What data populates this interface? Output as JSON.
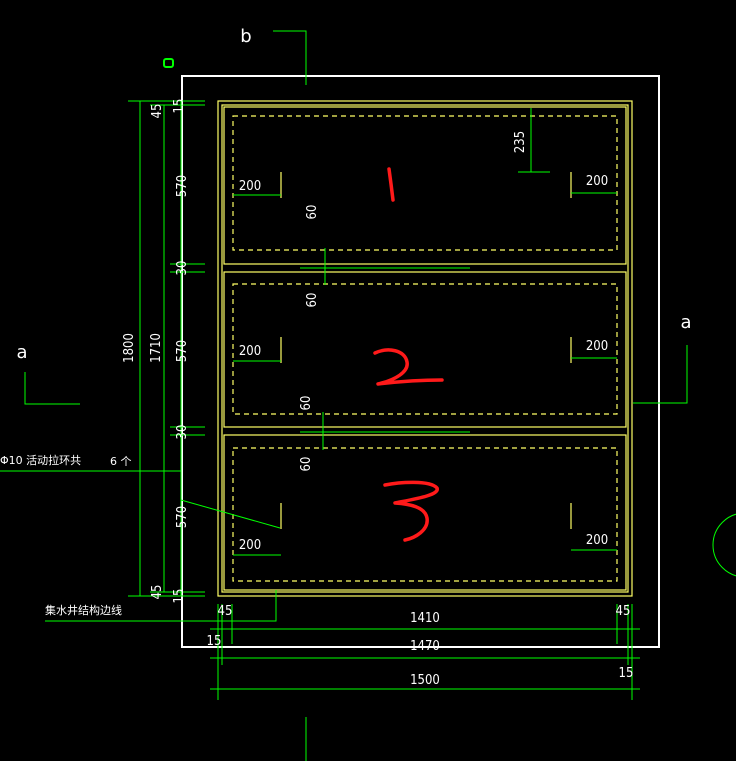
{
  "labels": {
    "section_b": "b",
    "section_a_left": "a",
    "section_a_right": "a"
  },
  "vertical_dims": {
    "top_45": "45",
    "top_15": "15",
    "seg_570_1": "570",
    "seg_30_1": "30",
    "seg_570_2": "570",
    "seg_30_2": "30",
    "seg_570_3": "570",
    "bottom_15": "15",
    "bottom_45": "45",
    "total_1800": "1800",
    "total_1710": "1710"
  },
  "horizontal_dims": {
    "left_45": "45",
    "mid_1410": "1410",
    "right_45": "45",
    "left_15": "15",
    "mid_1470": "1470",
    "right_15": "15",
    "total_1500": "1500"
  },
  "cell_dims": {
    "c1_left": "200",
    "c1_right": "200",
    "c1_235": "235",
    "c1_60": "60",
    "c2_left": "200",
    "c2_right": "200",
    "c2_60_top": "60",
    "c2_60_bot": "60",
    "c3_left": "200",
    "c3_right": "200",
    "c3_60": "60"
  },
  "notes": {
    "ring_note": "Φ10 活动拉环共",
    "ring_count": "6 个",
    "well_line": "集水井结构边线"
  },
  "colors": {
    "background": "#000000",
    "dimension_lines": "#00ff00",
    "cover_outline": "#ffff66",
    "well_outline": "#ffffff",
    "hand_numbers": "#ff1a1a"
  }
}
